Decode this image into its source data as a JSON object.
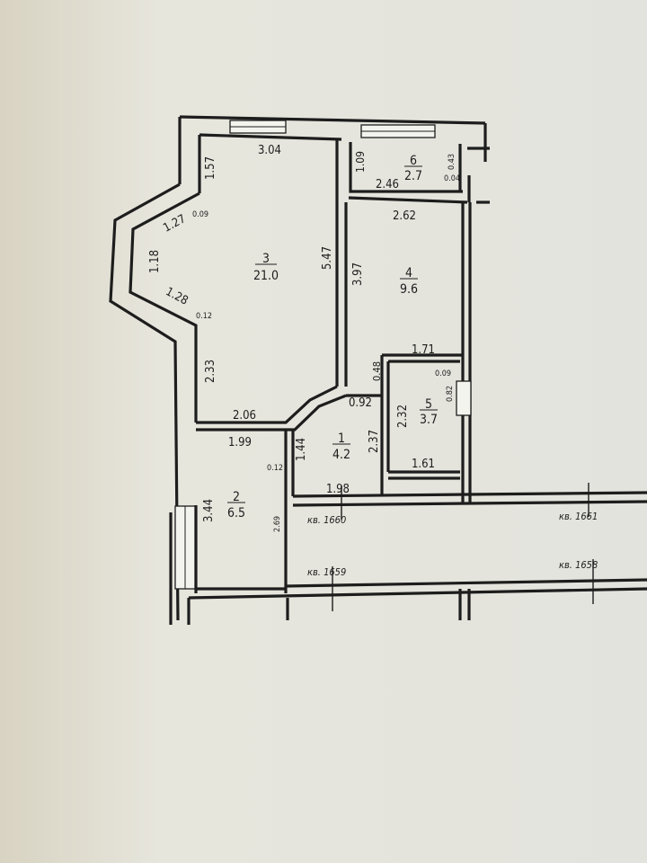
{
  "rooms": [
    {
      "number": "3",
      "area": "21.0"
    },
    {
      "number": "4",
      "area": "9.6"
    },
    {
      "number": "6",
      "area": "2.7"
    },
    {
      "number": "5",
      "area": "3.7"
    },
    {
      "number": "1",
      "area": "4.2"
    },
    {
      "number": "2",
      "area": "6.5"
    }
  ],
  "dimensions": {
    "d_3_04": "3.04",
    "d_1_57": "1.57",
    "d_1_27": "1.27",
    "d_0_09a": "0.09",
    "d_1_18": "1.18",
    "d_1_28": "1.28",
    "d_0_12a": "0.12",
    "d_5_47": "5.47",
    "d_2_33": "2.33",
    "d_2_06": "2.06",
    "d_1_09": "1.09",
    "d_0_43": "0.43",
    "d_0_04": "0.04",
    "d_2_46": "2.46",
    "d_2_62": "2.62",
    "d_3_97": "3.97",
    "d_1_71": "1.71",
    "d_0_48": "0.48",
    "d_0_09b": "0.09",
    "d_0_82": "0.82",
    "d_0_92": "0.92",
    "d_2_32": "2.32",
    "d_2_37": "2.37",
    "d_1_99": "1.99",
    "d_1_44": "1.44",
    "d_0_12b": "0.12",
    "d_1_61": "1.61",
    "d_1_98": "1.98",
    "d_3_44": "3.44",
    "d_2_69": "2.69"
  },
  "flats": {
    "f1660": "кв. 1660",
    "f1661": "кв. 1661",
    "f1659": "кв. 1659",
    "f1658": "кв. 1658"
  }
}
